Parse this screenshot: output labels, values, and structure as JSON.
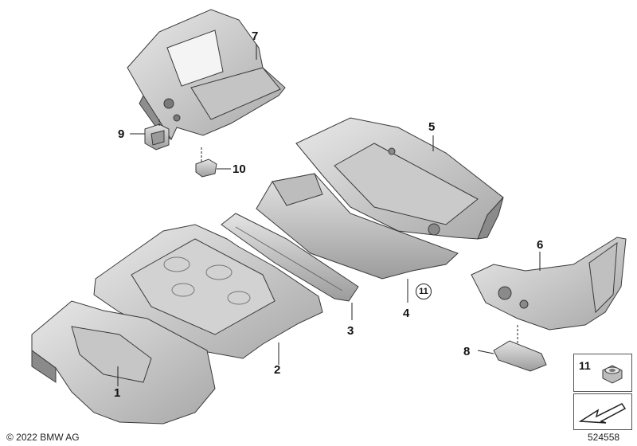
{
  "diagram": {
    "parts": [
      {
        "id": "part-1",
        "number": "1"
      },
      {
        "id": "part-2",
        "number": "2"
      },
      {
        "id": "part-3",
        "number": "3"
      },
      {
        "id": "part-4",
        "number": "4"
      },
      {
        "id": "part-5",
        "number": "5"
      },
      {
        "id": "part-6",
        "number": "6"
      },
      {
        "id": "part-7",
        "number": "7"
      },
      {
        "id": "part-8",
        "number": "8"
      },
      {
        "id": "part-9",
        "number": "9"
      },
      {
        "id": "part-10",
        "number": "10"
      },
      {
        "id": "part-11",
        "number": "11"
      }
    ],
    "ref_circle": "11",
    "inset_number": "11"
  },
  "footer": {
    "copyright": "© 2022 BMW AG",
    "diagram_id": "524558"
  },
  "colors": {
    "part_fill": "#d9d9d9",
    "part_shade": "#a9a9a9",
    "part_dark": "#6e6e6e",
    "outline": "#3a3a3a"
  }
}
